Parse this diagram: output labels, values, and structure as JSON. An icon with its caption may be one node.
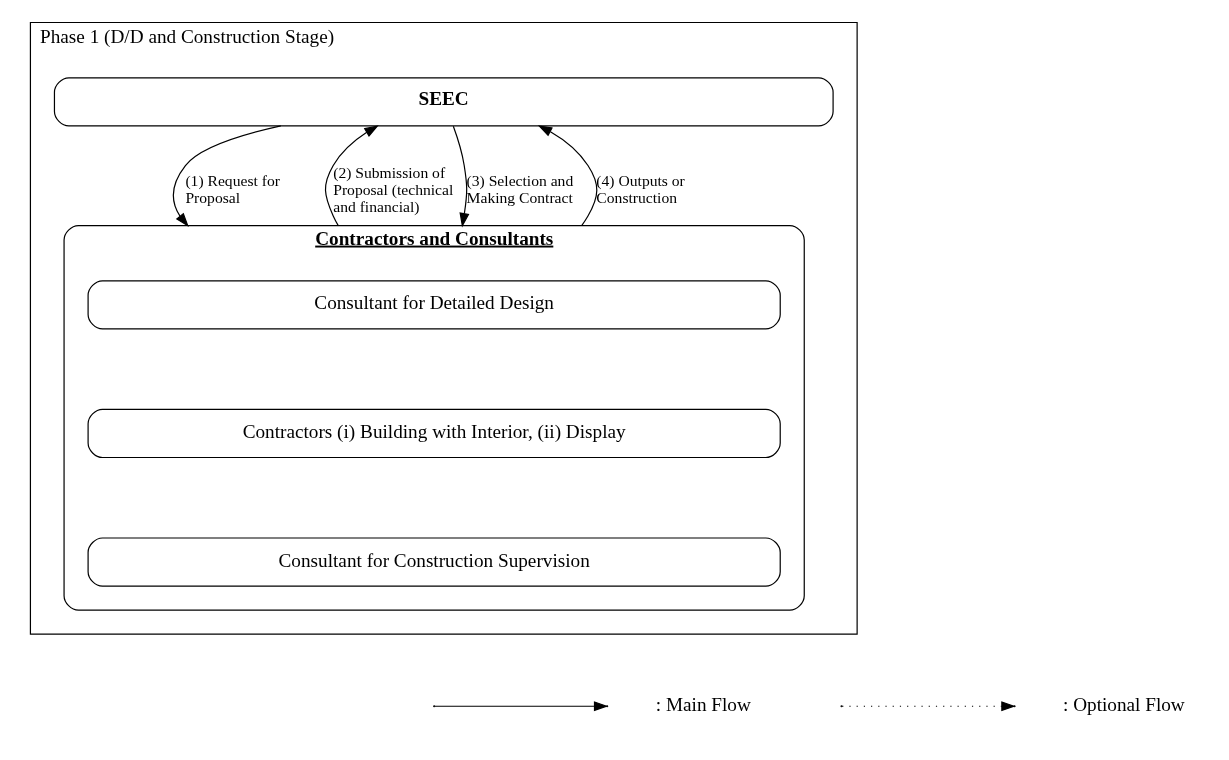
{
  "diagram": {
    "nodes": [
      {
        "text": [
          "Phase 1 (D/D and Construction Stage)"
        ]
      },
      {
        "text": [
          "SEEC"
        ],
        "in": 0
      },
      {
        "text": [
          "Contractors and Consultants"
        ],
        "in": 0
      },
      {
        "text": [
          "Consultant for Detailed Design"
        ],
        "in": 2
      },
      {
        "text": [
          "Contractors (i) Building with Interior, (ii) Display"
        ],
        "in": 2
      },
      {
        "text": [
          "Consultant for Construction Supervision"
        ],
        "in": 2
      }
    ],
    "edges": [
      {
        "from": 1,
        "to": 2,
        "arrow": "to",
        "label": "(1) Request for Proposal"
      },
      {
        "from": 2,
        "to": 1,
        "arrow": "to",
        "label": "(2) Submission of Proposal (technical and financial)"
      },
      {
        "from": 1,
        "to": 2,
        "arrow": "to",
        "label": "(3) Selection and Making Contract"
      },
      {
        "from": 2,
        "to": 1,
        "arrow": "to",
        "label": "(4) Outputs or Construction"
      }
    ],
    "legend": [
      {
        "text": ": Main Flow"
      },
      {
        "text": ": Optional Flow"
      }
    ]
  }
}
